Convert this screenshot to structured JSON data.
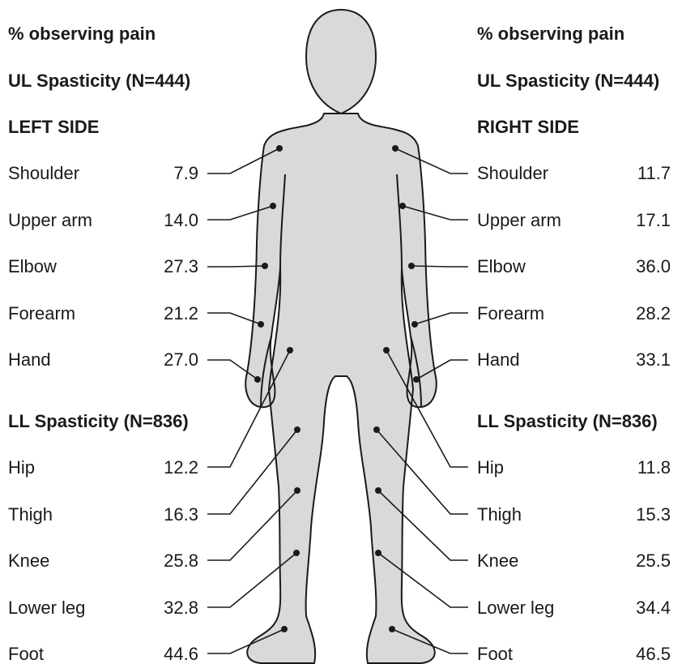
{
  "left": {
    "header_line1": "% observing pain",
    "ul_title": "UL Spasticity (N=444)",
    "side_label": "LEFT SIDE",
    "ll_title": "LL Spasticity (N=836)",
    "ul_items": [
      {
        "label": "Shoulder",
        "value": "7.9"
      },
      {
        "label": "Upper arm",
        "value": "14.0"
      },
      {
        "label": "Elbow",
        "value": "27.3"
      },
      {
        "label": "Forearm",
        "value": "21.2"
      },
      {
        "label": "Hand",
        "value": "27.0"
      }
    ],
    "ll_items": [
      {
        "label": "Hip",
        "value": "12.2"
      },
      {
        "label": "Thigh",
        "value": "16.3"
      },
      {
        "label": "Knee",
        "value": "25.8"
      },
      {
        "label": "Lower leg",
        "value": "32.8"
      },
      {
        "label": "Foot",
        "value": "44.6"
      }
    ]
  },
  "right": {
    "header_line1": "% observing pain",
    "ul_title": "UL Spasticity (N=444)",
    "side_label": "RIGHT SIDE",
    "ll_title": "LL Spasticity (N=836)",
    "ul_items": [
      {
        "label": "Shoulder",
        "value": "11.7"
      },
      {
        "label": "Upper arm",
        "value": "17.1"
      },
      {
        "label": "Elbow",
        "value": "36.0"
      },
      {
        "label": "Forearm",
        "value": "28.2"
      },
      {
        "label": "Hand",
        "value": "33.1"
      }
    ],
    "ll_items": [
      {
        "label": "Hip",
        "value": "11.8"
      },
      {
        "label": "Thigh",
        "value": "15.3"
      },
      {
        "label": "Knee",
        "value": "25.5"
      },
      {
        "label": "Lower leg",
        "value": "34.4"
      },
      {
        "label": "Foot",
        "value": "46.5"
      }
    ]
  },
  "colors": {
    "body_fill": "#d9d9d9",
    "outline": "#1a1a1a",
    "text": "#1a1a1a"
  }
}
